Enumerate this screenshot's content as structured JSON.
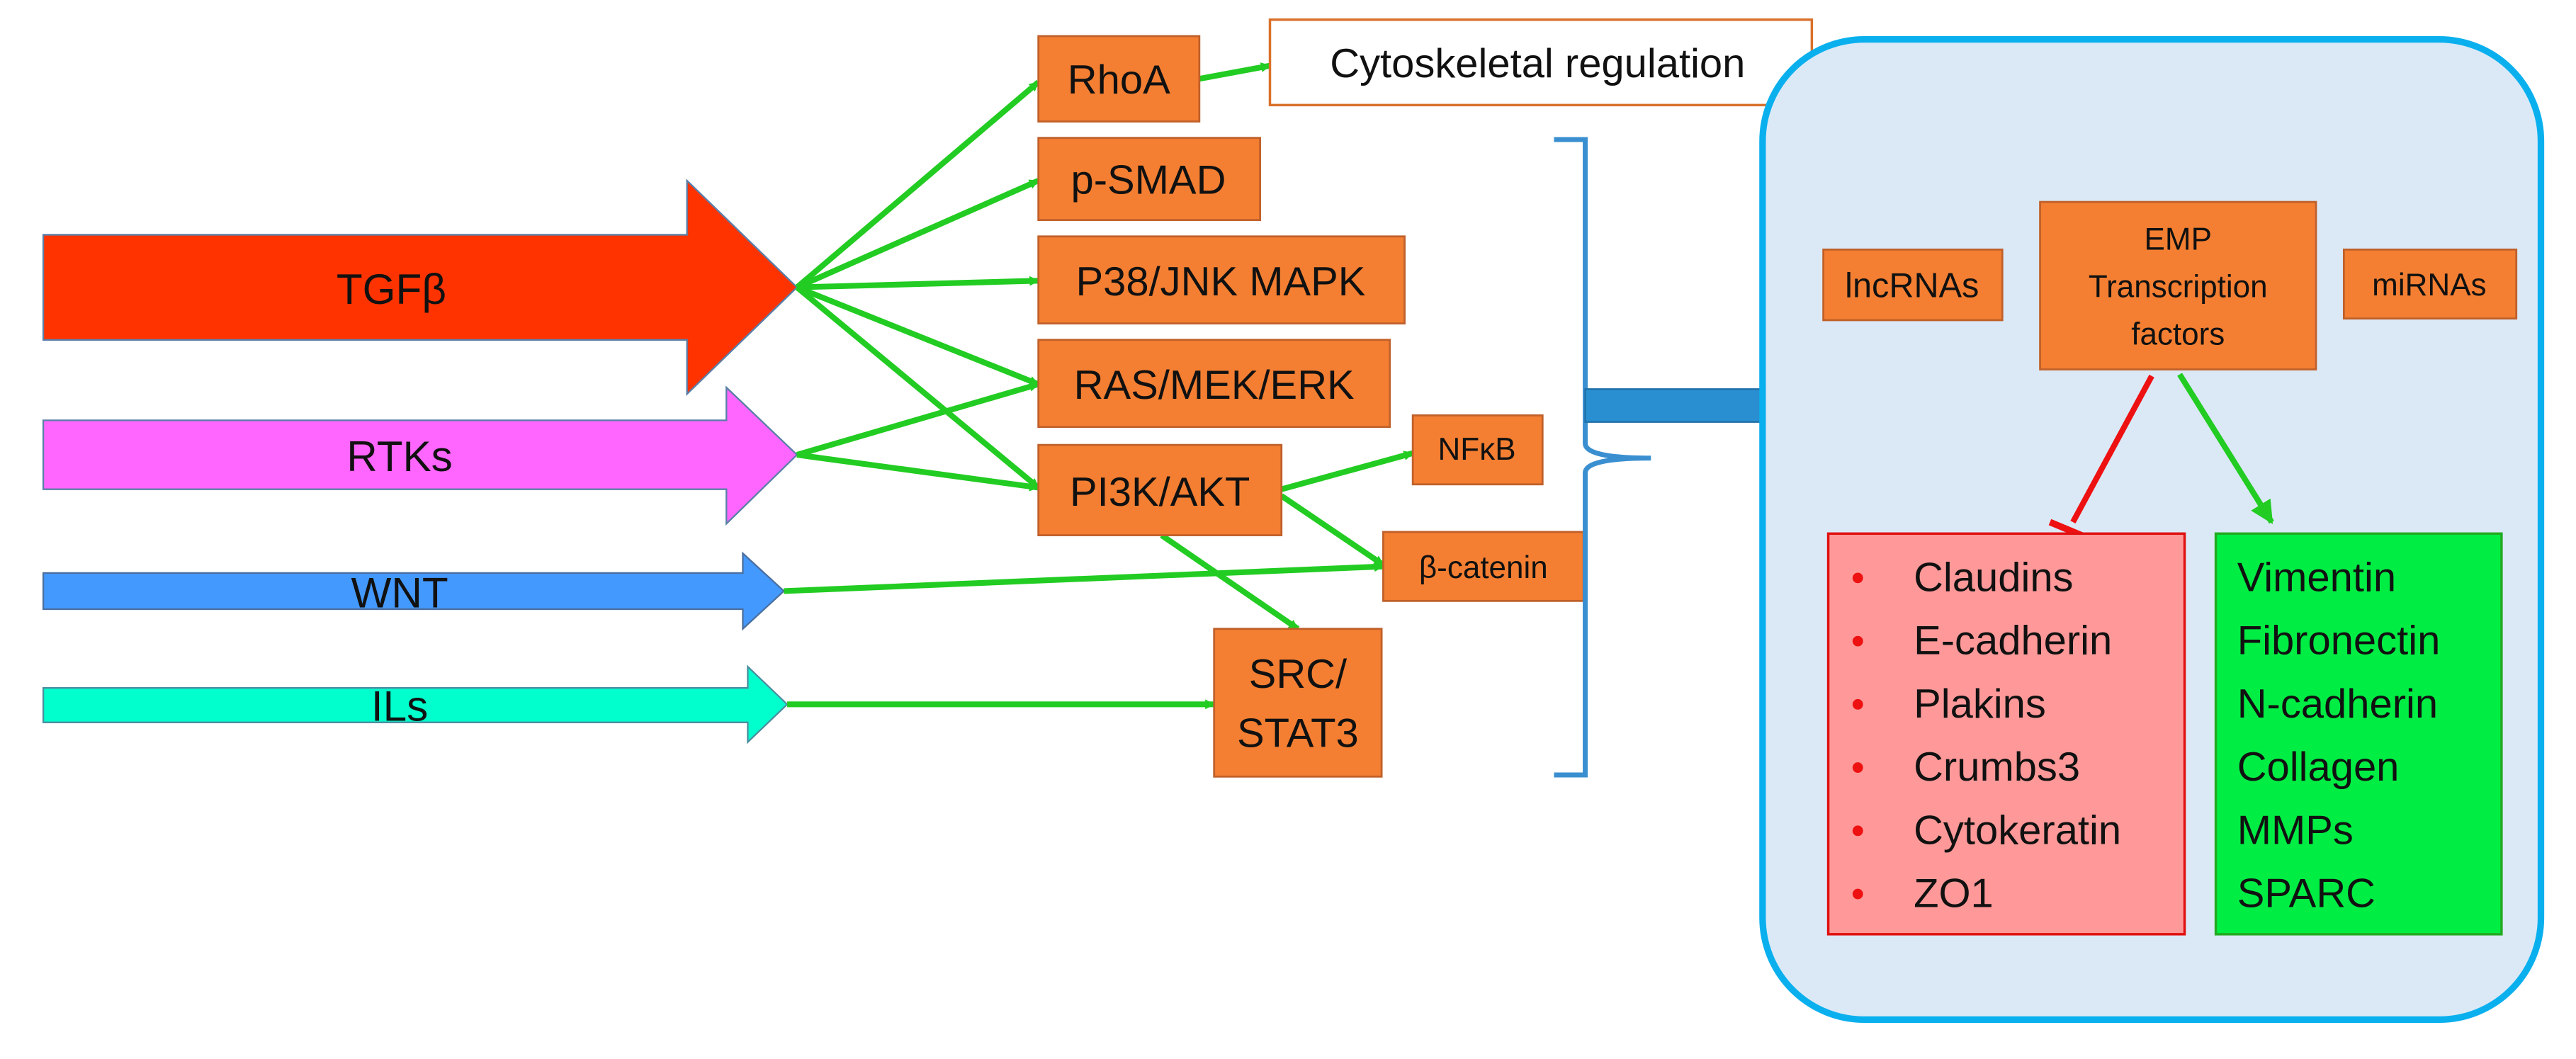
{
  "colors": {
    "tgf": "#ff3300",
    "rtk": "#ff66ff",
    "wnt": "#4499ff",
    "ils": "#00ffcc",
    "node": "#f47f32",
    "node_border": "#c0602a",
    "green_arrow": "#22cc22",
    "red_arrow": "#ee1111",
    "panel_fill": "#dbe9f7",
    "panel_border": "#0ab0ee",
    "bracket": "#3a8fd0",
    "block_arrow": "#2a8fd0",
    "epithelial_fill": "#ff9999",
    "epithelial_border": "#e01010",
    "epithelial_text": "#111111",
    "bullet": "#ee1111",
    "mesenchymal_fill": "#00ee44",
    "mesenchymal_border": "#22aa22"
  },
  "inputs": {
    "tgf": "TGFβ",
    "rtk": "RTKs",
    "wnt": "WNT",
    "ils": "ILs"
  },
  "nodes": {
    "rhoa": "RhoA",
    "psmad": "p-SMAD",
    "p38": "P38/JNK MAPK",
    "ras": "RAS/MEK/ERK",
    "pi3k": "PI3K/AKT",
    "nfkb": "NFκB",
    "bcat": "β-catenin",
    "src_line1": "SRC/",
    "src_line2": "STAT3",
    "cyto": "Cytoskeletal regulation"
  },
  "panel": {
    "lncrnas": "lncRNAs",
    "emp_line1": "EMP",
    "emp_line2": "Transcription",
    "emp_line3": "factors",
    "mirnas": "miRNAs",
    "epithelial": [
      "Claudins",
      "E-cadherin",
      "Plakins",
      "Crumbs3",
      "Cytokeratin",
      "ZO1"
    ],
    "mesenchymal": [
      "Vimentin",
      "Fibronectin",
      "N-cadherin",
      "Collagen",
      "MMPs",
      "SPARC"
    ]
  }
}
